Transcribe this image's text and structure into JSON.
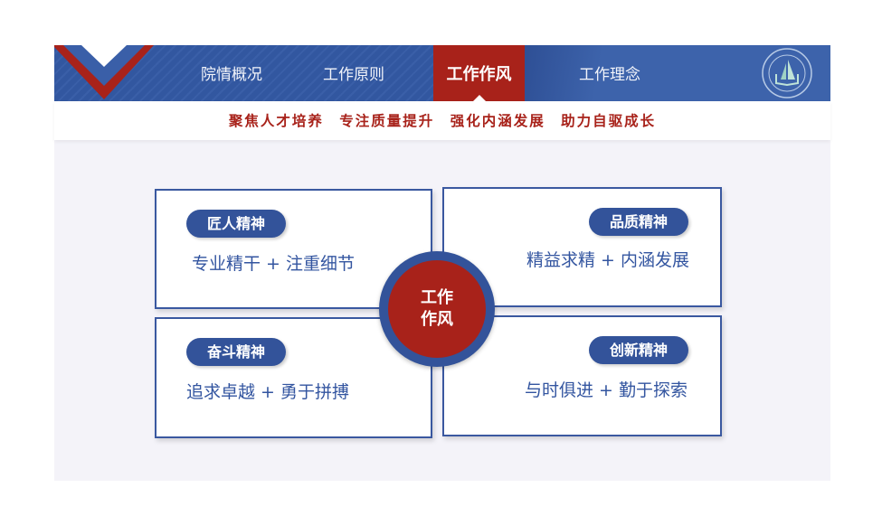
{
  "nav": {
    "items": [
      {
        "label": "院情概况"
      },
      {
        "label": "工作原则"
      },
      {
        "label": "工作作风",
        "active": true
      },
      {
        "label": "工作理念"
      }
    ]
  },
  "slogans": [
    "聚焦人才培养",
    "专注质量提升",
    "强化内涵发展",
    "助力自驱成长"
  ],
  "center": {
    "line1": "工作",
    "line2": "作风"
  },
  "cards": [
    {
      "title": "匠人精神",
      "desc": "专业精干 + 注重细节"
    },
    {
      "title": "品质精神",
      "desc": "精益求精 + 内涵发展"
    },
    {
      "title": "奋斗精神",
      "desc": "追求卓越 + 勇于拼搏"
    },
    {
      "title": "创新精神",
      "desc": "与时俱进 + 勤于探索"
    }
  ],
  "colors": {
    "blue": "#33539a",
    "red": "#a8221a",
    "background": "#f4f3f9"
  }
}
